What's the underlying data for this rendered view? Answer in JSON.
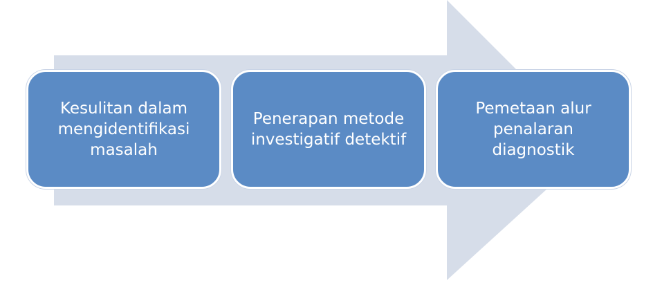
{
  "colors": {
    "arrow_fill": "#d6dde9",
    "box_fill": "#5b8bc5",
    "box_border": "#ffffff",
    "text": "#ffffff"
  },
  "steps": [
    {
      "label": "Kesulitan dalam mengidentifikasi masalah"
    },
    {
      "label": "Penerapan metode investigatif detektif"
    },
    {
      "label": "Pemetaan alur penalaran diagnostik"
    }
  ]
}
